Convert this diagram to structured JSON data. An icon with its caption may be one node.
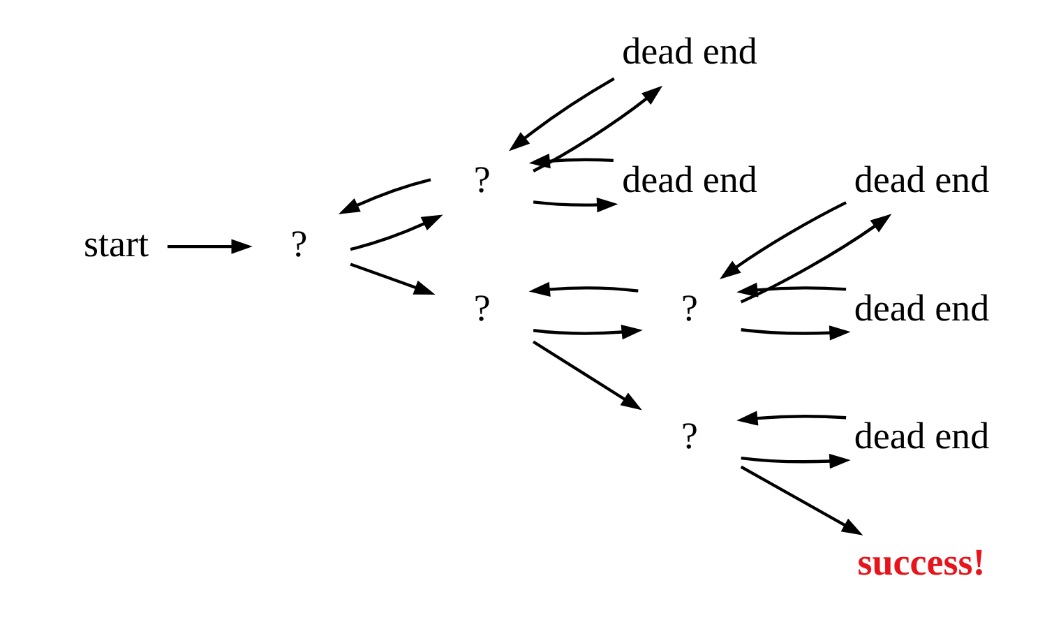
{
  "diagram": {
    "nodes": [
      {
        "text": [
          "start"
        ]
      },
      {
        "text": [
          "?"
        ]
      },
      {
        "text": [
          "?"
        ]
      },
      {
        "text": [
          "dead end"
        ]
      },
      {
        "text": [
          "dead end"
        ]
      },
      {
        "text": [
          "?"
        ]
      },
      {
        "text": [
          "?"
        ]
      },
      {
        "text": [
          "dead end"
        ]
      },
      {
        "text": [
          "dead end"
        ]
      },
      {
        "text": [
          "?"
        ]
      },
      {
        "text": [
          "dead end"
        ]
      },
      {
        "text": [
          "success!"
        ]
      }
    ],
    "edges": [
      {
        "from": 0,
        "to": 1,
        "arrow": "to"
      },
      {
        "from": 1,
        "to": 2,
        "arrow": "to"
      },
      {
        "from": 2,
        "to": 1,
        "arrow": "to"
      },
      {
        "from": 2,
        "to": 3,
        "arrow": "to"
      },
      {
        "from": 3,
        "to": 2,
        "arrow": "to"
      },
      {
        "from": 2,
        "to": 4,
        "arrow": "to"
      },
      {
        "from": 4,
        "to": 2,
        "arrow": "to"
      },
      {
        "from": 1,
        "to": 5,
        "arrow": "to"
      },
      {
        "from": 5,
        "to": 6,
        "arrow": "to"
      },
      {
        "from": 6,
        "to": 5,
        "arrow": "to"
      },
      {
        "from": 6,
        "to": 7,
        "arrow": "to"
      },
      {
        "from": 7,
        "to": 6,
        "arrow": "to"
      },
      {
        "from": 6,
        "to": 8,
        "arrow": "to"
      },
      {
        "from": 8,
        "to": 6,
        "arrow": "to"
      },
      {
        "from": 5,
        "to": 9,
        "arrow": "to"
      },
      {
        "from": 9,
        "to": 10,
        "arrow": "to"
      },
      {
        "from": 10,
        "to": 9,
        "arrow": "to"
      },
      {
        "from": 9,
        "to": 11,
        "arrow": "to"
      }
    ]
  }
}
